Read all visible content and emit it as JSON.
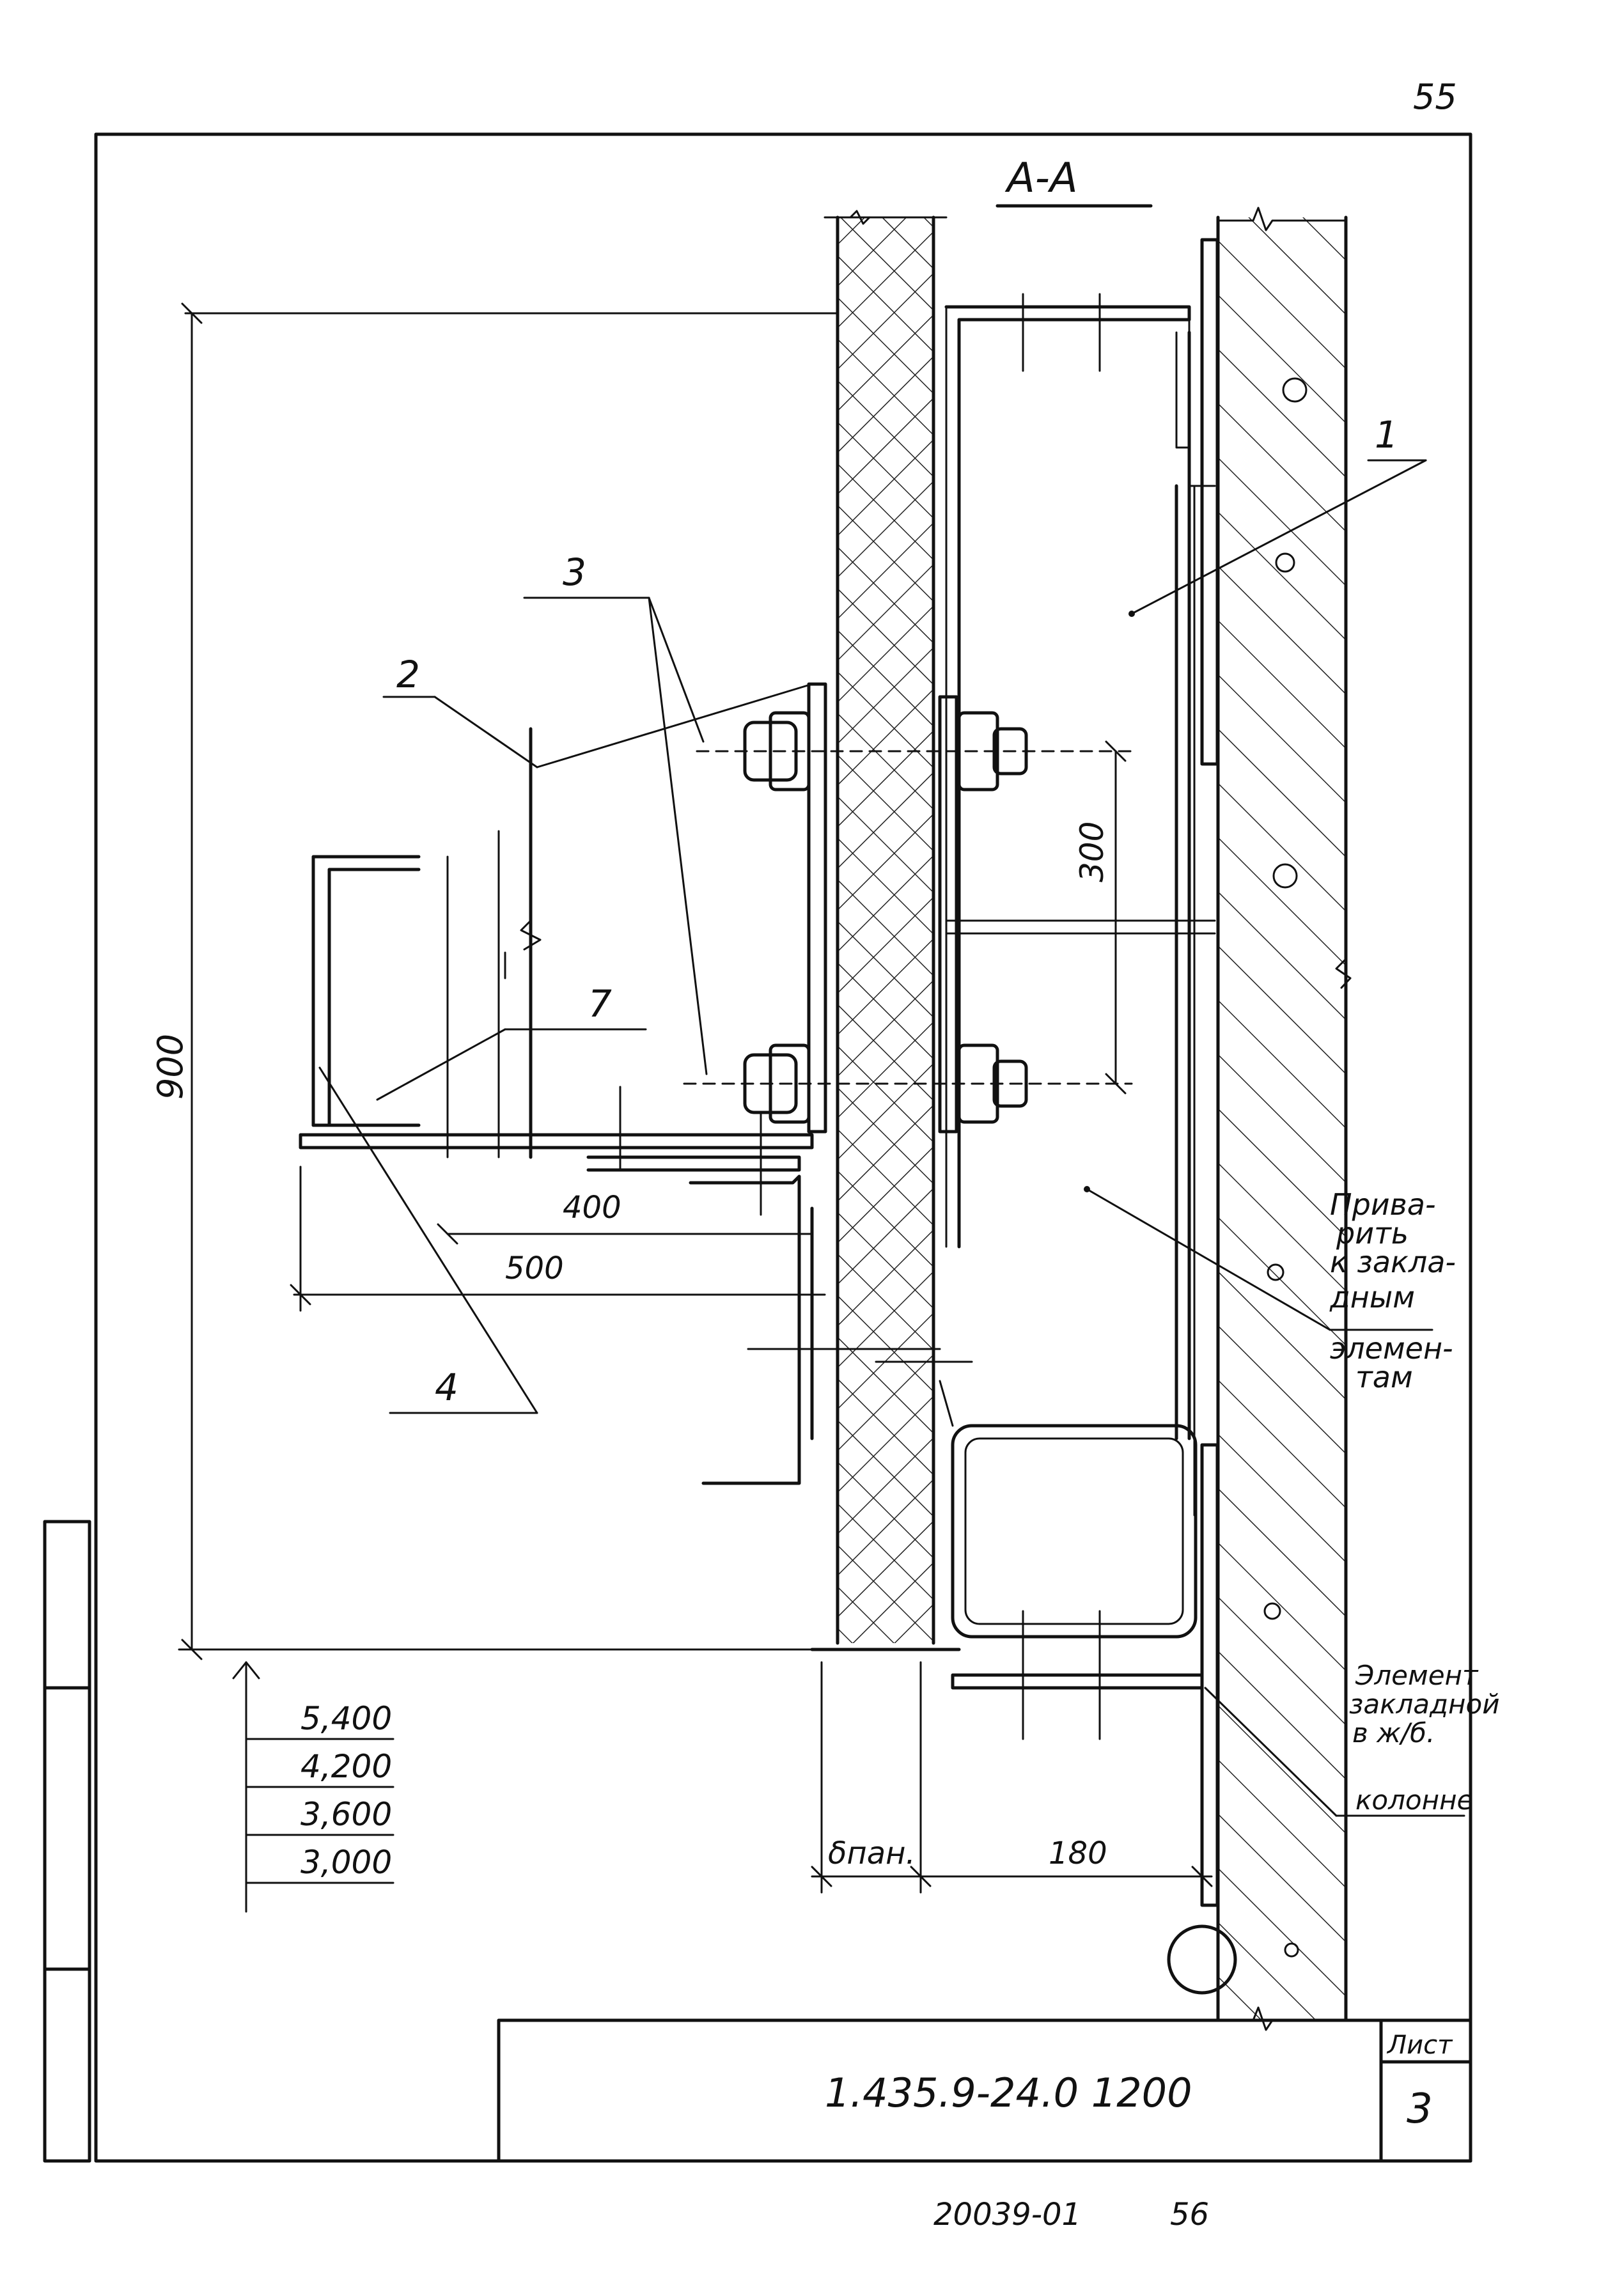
{
  "sheet": {
    "page_number": "55",
    "section_title": "А-А",
    "bottom_stamp_number": "20039-01",
    "bottom_stamp_page": "56"
  },
  "callouts": {
    "c1": "1",
    "c2": "2",
    "c3": "3",
    "c4": "4",
    "c7": "7"
  },
  "dimensions": {
    "d900": "900",
    "d300": "300",
    "d400": "400",
    "d500": "500",
    "d180": "180",
    "d_panel": "δпан."
  },
  "notes": {
    "weld_note_lines": [
      "Прива-",
      "рить",
      "к закла-",
      "дным",
      "элемен-",
      "там"
    ],
    "embedded_note_lines": [
      "Элемент",
      "закладной",
      "в ж/б.",
      "колонне"
    ]
  },
  "marks_table": [
    "5,400",
    "4,200",
    "3,600",
    "3,000"
  ],
  "title_block": {
    "designation": "1.435.9-24.0  1200",
    "sheet_label": "Лист",
    "sheet_number": "3"
  }
}
